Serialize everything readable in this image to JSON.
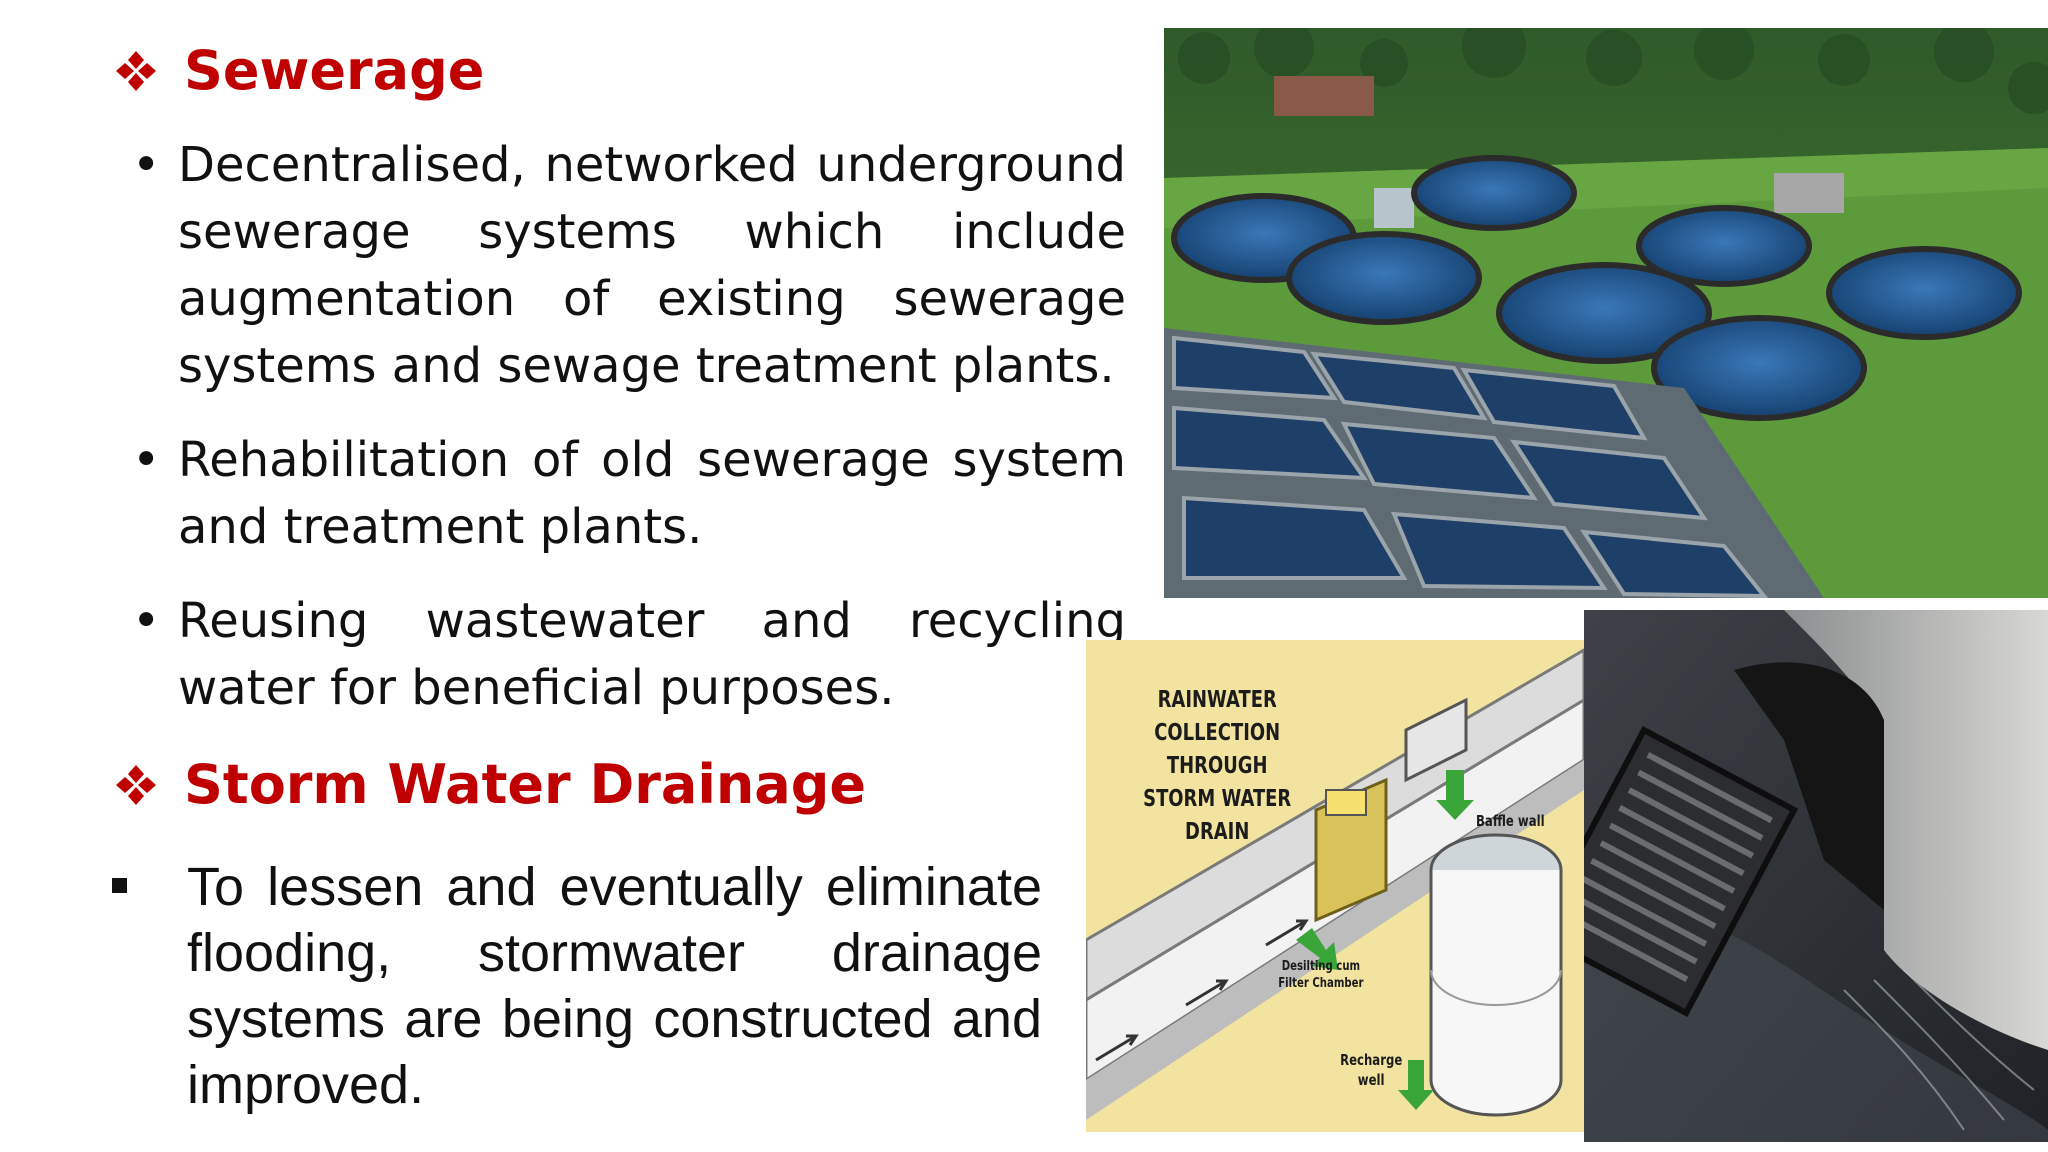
{
  "sewerage": {
    "heading": "Sewerage",
    "bullets": [
      "Decentralised, networked underground sewerage systems which include augmentation of existing sewerage systems and sewage treatment plants.",
      "Rehabilitation of old sewerage system and treatment plants.",
      "Reusing wastewater and recycling water for beneficial purposes."
    ]
  },
  "storm_water": {
    "heading": "Storm Water Drainage",
    "text": "To lessen and eventually eliminate flooding, stormwater drainage systems are being constructed and improved."
  },
  "diagram": {
    "title_lines": [
      "RAINWATER COLLECTION",
      "THROUGH",
      "STORM WATER DRAIN"
    ],
    "baffle_label": "Baffle wall",
    "desilting_lines": [
      "Desilting cum",
      "Filter Chamber"
    ],
    "recharge_lines": [
      "Recharge",
      "well"
    ]
  },
  "colors": {
    "heading": "#c00000",
    "body_text": "#111111",
    "diagram_background": "#f2e4a0",
    "arrow_green": "#3aa63a"
  },
  "icons": {
    "heading_marker": "four-diamond-icon",
    "bullet": "round-bullet",
    "square_bullet": "square-bullet"
  }
}
